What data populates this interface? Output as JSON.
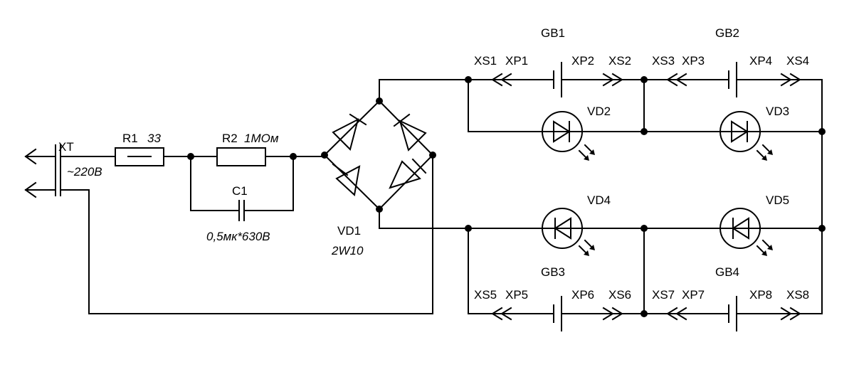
{
  "labels": {
    "xt": "XT",
    "mains": "~220В",
    "r1": "R1",
    "r1_val": "33",
    "r2": "R2",
    "r2_val": "1МОм",
    "c1": "C1",
    "c1_val": "0,5мк*630В",
    "vd1": "VD1",
    "vd1_val": "2W10",
    "gb1": "GB1",
    "gb2": "GB2",
    "gb3": "GB3",
    "gb4": "GB4",
    "vd2": "VD2",
    "vd3": "VD3",
    "vd4": "VD4",
    "vd5": "VD5",
    "xs1": "XS1",
    "xp1": "XP1",
    "xp2": "XP2",
    "xs2": "XS2",
    "xs3": "XS3",
    "xp3": "XP3",
    "xp4": "XP4",
    "xs4": "XS4",
    "xs5": "XS5",
    "xp5": "XP5",
    "xp6": "XP6",
    "xs6": "XS6",
    "xs7": "XS7",
    "xp7": "XP7",
    "xp8": "XP8",
    "xs8": "XS8"
  }
}
